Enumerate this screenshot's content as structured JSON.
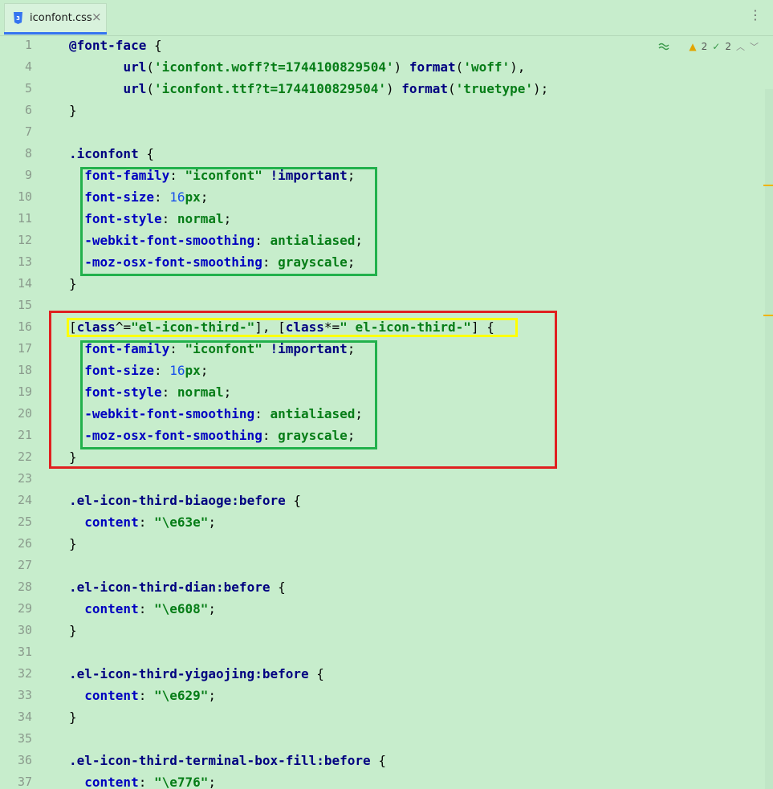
{
  "tab": {
    "title": "iconfont.css",
    "close": "×",
    "icon": "css-file-icon"
  },
  "menu": {
    "kebab": "⋮"
  },
  "inspections": {
    "warnings": "2",
    "weak_warnings": "2"
  },
  "lines": [
    {
      "no": "1",
      "code": "@font-face {"
    },
    {
      "no": "4",
      "code": "       url('iconfont.woff?t=1744100829504') format('woff'),"
    },
    {
      "no": "5",
      "code": "       url('iconfont.ttf?t=1744100829504') format('truetype');"
    },
    {
      "no": "6",
      "code": "}"
    },
    {
      "no": "7",
      "code": ""
    },
    {
      "no": "8",
      "code": ".iconfont {"
    },
    {
      "no": "9",
      "code": "  font-family: \"iconfont\" !important;"
    },
    {
      "no": "10",
      "code": "  font-size: 16px;"
    },
    {
      "no": "11",
      "code": "  font-style: normal;"
    },
    {
      "no": "12",
      "code": "  -webkit-font-smoothing: antialiased;"
    },
    {
      "no": "13",
      "code": "  -moz-osx-font-smoothing: grayscale;"
    },
    {
      "no": "14",
      "code": "}"
    },
    {
      "no": "15",
      "code": ""
    },
    {
      "no": "16",
      "code": "[class^=\"el-icon-third-\"], [class*=\" el-icon-third-\"] {"
    },
    {
      "no": "17",
      "code": "  font-family: \"iconfont\" !important;"
    },
    {
      "no": "18",
      "code": "  font-size: 16px;"
    },
    {
      "no": "19",
      "code": "  font-style: normal;"
    },
    {
      "no": "20",
      "code": "  -webkit-font-smoothing: antialiased;"
    },
    {
      "no": "21",
      "code": "  -moz-osx-font-smoothing: grayscale;"
    },
    {
      "no": "22",
      "code": "}"
    },
    {
      "no": "23",
      "code": ""
    },
    {
      "no": "24",
      "code": ".el-icon-third-biaoge:before {"
    },
    {
      "no": "25",
      "code": "  content: \"\\e63e\";"
    },
    {
      "no": "26",
      "code": "}"
    },
    {
      "no": "27",
      "code": ""
    },
    {
      "no": "28",
      "code": ".el-icon-third-dian:before {"
    },
    {
      "no": "29",
      "code": "  content: \"\\e608\";"
    },
    {
      "no": "30",
      "code": "}"
    },
    {
      "no": "31",
      "code": ""
    },
    {
      "no": "32",
      "code": ".el-icon-third-yigaojing:before {"
    },
    {
      "no": "33",
      "code": "  content: \"\\e629\";"
    },
    {
      "no": "34",
      "code": "}"
    },
    {
      "no": "35",
      "code": ""
    },
    {
      "no": "36",
      "code": ".el-icon-third-terminal-box-fill:before {"
    },
    {
      "no": "37",
      "code": "  content: \"\\e776\";"
    }
  ]
}
